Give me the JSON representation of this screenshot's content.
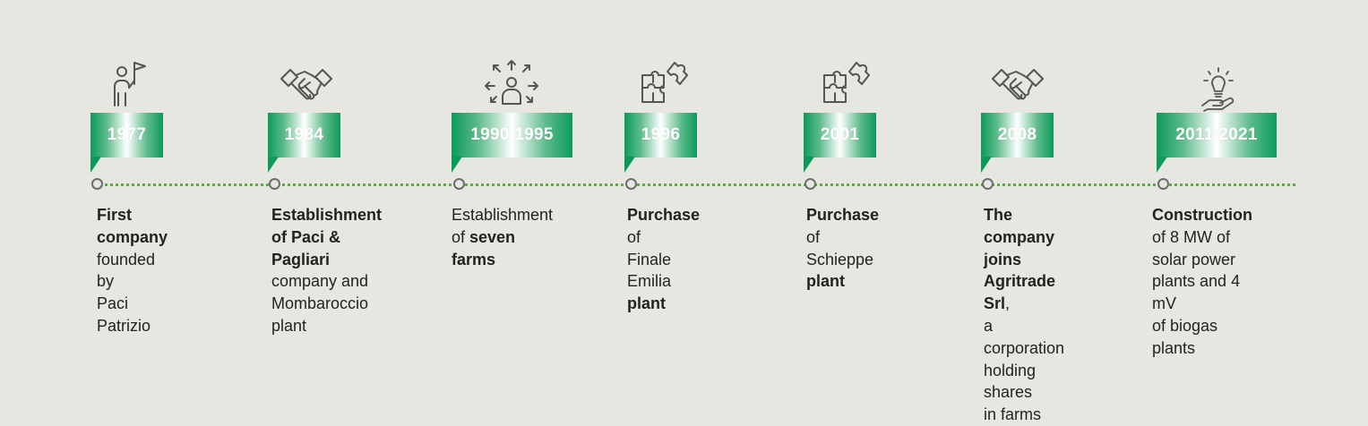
{
  "colors": {
    "background": "#e6e7e1",
    "accent_green": "#0c9a5c",
    "axis_green": "#5aaa3c",
    "dot_gray": "#6d6d6d"
  },
  "milestones": [
    {
      "icon": "person-flag-icon",
      "year": "1977",
      "desc": [
        {
          "t": "First company",
          "b": true
        },
        {
          "t": "founded by"
        },
        {
          "t": "Paci Patrizio"
        }
      ]
    },
    {
      "icon": "handshake-icon",
      "year": "1984",
      "desc": [
        {
          "t": "Establishment",
          "b": true
        },
        {
          "t": "of Paci &",
          "b": true
        },
        {
          "t": "Pagliari",
          "b": true
        },
        {
          "t": "company and"
        },
        {
          "t": "Mombaroccio"
        },
        {
          "t": "plant"
        }
      ]
    },
    {
      "icon": "person-arrows-icon",
      "year": "1990/1995",
      "desc": [
        {
          "t": "Establishment"
        },
        {
          "t": "of ",
          "extra": "seven"
        },
        {
          "t": "farms",
          "b": true
        }
      ]
    },
    {
      "icon": "puzzle-icon",
      "year": "1996",
      "desc": [
        {
          "t": "Purchase",
          "b": true,
          "extra": " of"
        },
        {
          "t": "Finale Emilia"
        },
        {
          "t": "plant",
          "b": true
        }
      ]
    },
    {
      "icon": "puzzle-icon",
      "year": "2001",
      "desc": [
        {
          "t": "Purchase",
          "b": true,
          "extra": " of"
        },
        {
          "t": "Schieppe"
        },
        {
          "t": "plant",
          "b": true
        }
      ]
    },
    {
      "icon": "handshake-icon",
      "year": "2008",
      "desc": [
        {
          "t": "The company",
          "b": true
        },
        {
          "t": "joins",
          "b": true
        },
        {
          "t": "Agritrade Srl",
          "b": true,
          "extra": ","
        },
        {
          "t": "a corporation"
        },
        {
          "t": "holding shares"
        },
        {
          "t": "in farms"
        }
      ]
    },
    {
      "icon": "lightbulb-hand-icon",
      "year": "2011/2021",
      "desc": [
        {
          "t": "Construction",
          "b": true
        },
        {
          "t": "of 8 MW of"
        },
        {
          "t": "solar power"
        },
        {
          "t": "plants and 4 mV"
        },
        {
          "t": "of biogas plants"
        }
      ]
    }
  ]
}
